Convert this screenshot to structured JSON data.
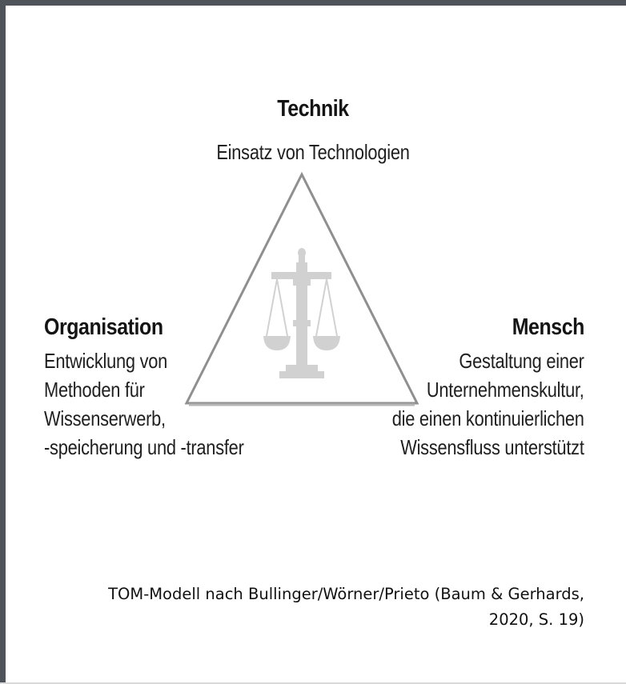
{
  "diagram": {
    "top": {
      "title": "Technik",
      "subtitle": "Einsatz von Technologien"
    },
    "left": {
      "title": "Organisation",
      "lines": [
        "Entwicklung von",
        "Methoden für",
        "Wissenserwerb,",
        "-speicherung und -transfer"
      ]
    },
    "right": {
      "title": "Mensch",
      "lines": [
        "Gestaltung einer",
        "Unternehmenskultur,",
        "die einen kontinuierlichen",
        "Wissensfluss unterstützt"
      ]
    },
    "center_icon": "balance-scale-icon",
    "colors": {
      "frame": "#4f545a",
      "triangle": "#8c8c8c",
      "scale_icon": "#d1d1d1",
      "text": "#1a1a1a"
    }
  },
  "caption": {
    "line1": "TOM-Modell nach Bullinger/Wörner/Prieto (Baum & Gerhards,",
    "line2": "2020, S. 19)"
  }
}
